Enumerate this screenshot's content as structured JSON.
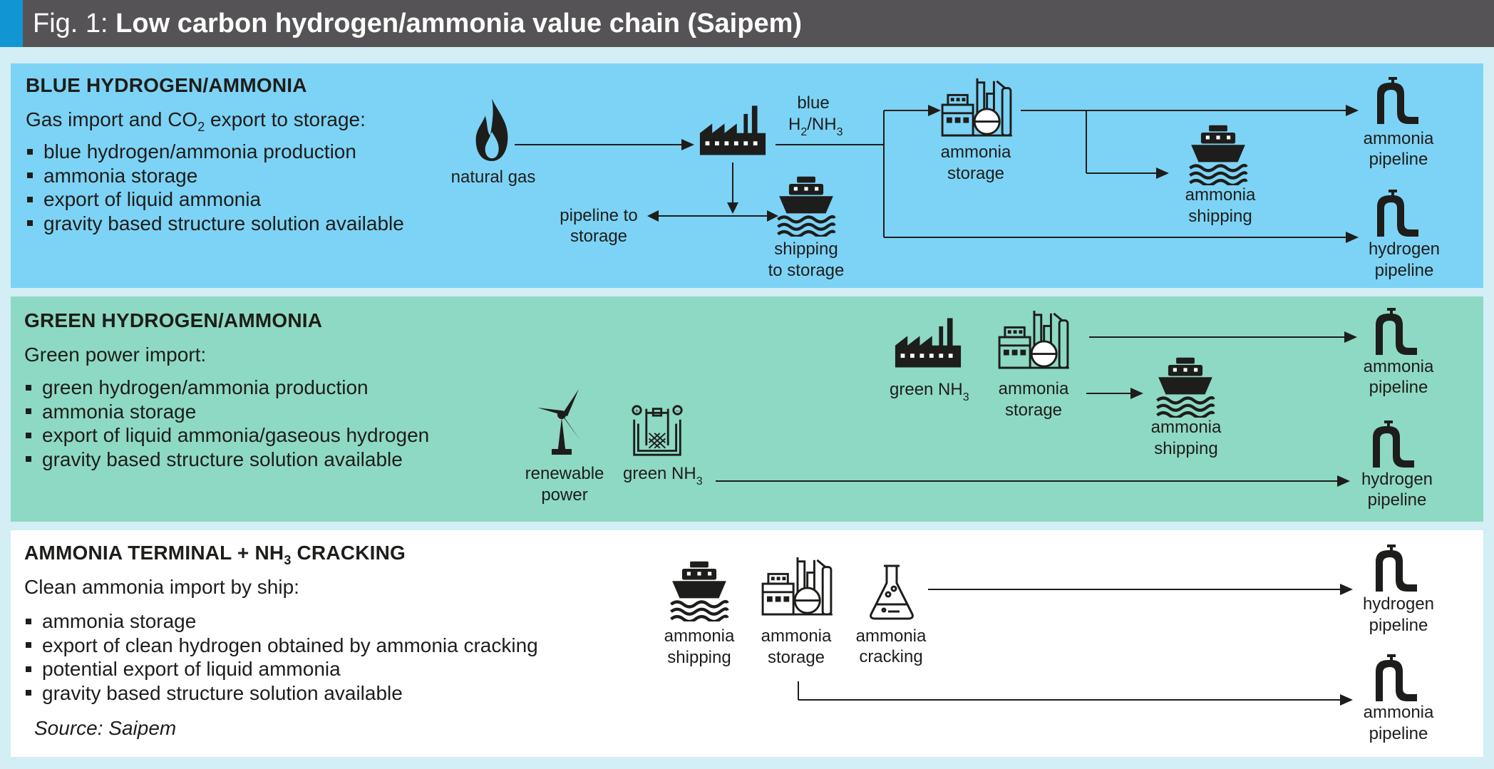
{
  "header": {
    "prefix": "Fig. 1:",
    "title": "Low carbon hydrogen/ammonia value chain (Saipem)"
  },
  "colors": {
    "header_bg": "#555356",
    "header_accent": "#1296d3",
    "frame_bg": "#d3eef4",
    "blue_panel": "#7dd3f5",
    "green_panel": "#8ed9c3",
    "white_panel": "#ffffff",
    "ink": "#1d1d1b"
  },
  "panels": {
    "blue": {
      "title": "BLUE HYDROGEN/AMMONIA",
      "subtitle_main": "Gas import and CO",
      "subtitle_sub": "2",
      "subtitle_rest": " export to storage:",
      "bullets": [
        "blue hydrogen/ammonia production",
        "ammonia storage",
        "export of liquid ammonia",
        "gravity based structure solution available"
      ]
    },
    "green": {
      "title": "GREEN HYDROGEN/AMMONIA",
      "subtitle": "Green power import:",
      "bullets": [
        "green hydrogen/ammonia production",
        "ammonia storage",
        "export of liquid ammonia/gaseous hydrogen",
        "gravity based structure solution available"
      ]
    },
    "white": {
      "title_pre": "AMMONIA TERMINAL + NH",
      "title_sub": "3",
      "title_post": " CRACKING",
      "subtitle": "Clean ammonia import by ship:",
      "bullets": [
        "ammonia storage",
        "export of clean hydrogen obtained by ammonia cracking",
        "potential export of liquid ammonia",
        "gravity based structure solution available"
      ],
      "source": "Source: Saipem"
    }
  },
  "diagram": {
    "blue": {
      "natural_gas": "natural gas",
      "blue_line1": "blue",
      "blue_h": "H",
      "blue_h_sub": "2",
      "blue_nh": "/NH",
      "blue_nh_sub": "3",
      "pipeline_storage_1": "pipeline to",
      "pipeline_storage_2": "storage",
      "shipping_storage_1": "shipping",
      "shipping_storage_2": "to storage",
      "ammonia_storage_1": "ammonia",
      "ammonia_storage_2": "storage",
      "ammonia_shipping_1": "ammonia",
      "ammonia_shipping_2": "shipping",
      "ammonia_pipeline_1": "ammonia",
      "ammonia_pipeline_2": "pipeline",
      "hydrogen_pipeline_1": "hydrogen",
      "hydrogen_pipeline_2": "pipeline"
    },
    "green": {
      "renewable_1": "renewable",
      "renewable_2": "power",
      "green_nh3_a": "green NH",
      "green_nh3_a_sub": "3",
      "green_nh3_b": "green NH",
      "green_nh3_b_sub": "3",
      "ammonia_storage_1": "ammonia",
      "ammonia_storage_2": "storage",
      "ammonia_shipping_1": "ammonia",
      "ammonia_shipping_2": "shipping",
      "ammonia_pipeline_1": "ammonia",
      "ammonia_pipeline_2": "pipeline",
      "hydrogen_pipeline_1": "hydrogen",
      "hydrogen_pipeline_2": "pipeline"
    },
    "white": {
      "ammonia_shipping_1": "ammonia",
      "ammonia_shipping_2": "shipping",
      "ammonia_storage_1": "ammonia",
      "ammonia_storage_2": "storage",
      "ammonia_cracking_1": "ammonia",
      "ammonia_cracking_2": "cracking",
      "hydrogen_pipeline_1": "hydrogen",
      "hydrogen_pipeline_2": "pipeline",
      "ammonia_pipeline_1": "ammonia",
      "ammonia_pipeline_2": "pipeline"
    }
  }
}
